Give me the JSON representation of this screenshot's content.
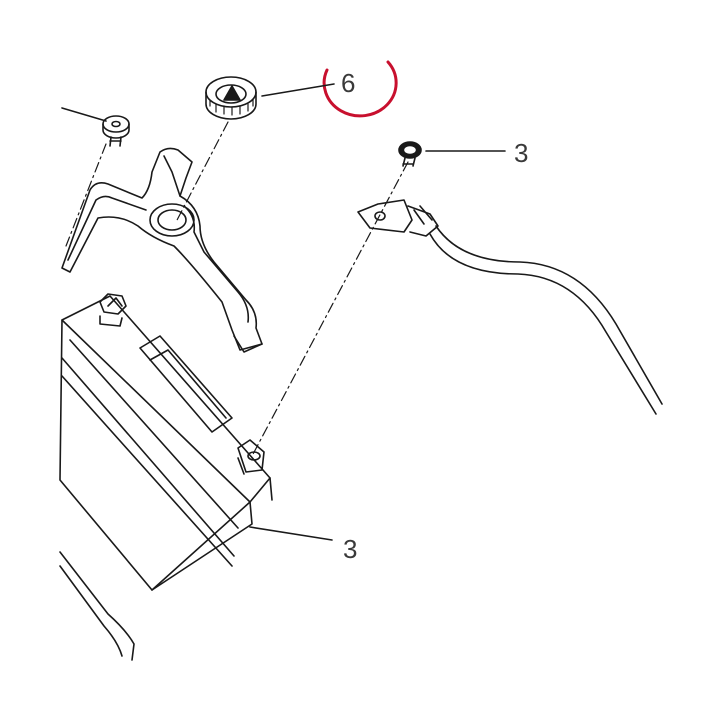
{
  "diagram": {
    "callouts": [
      {
        "id": "6",
        "label": "6",
        "highlighted": true
      },
      {
        "id": "3a",
        "label": "3"
      },
      {
        "id": "3b",
        "label": "3"
      }
    ],
    "colors": {
      "highlight": "#c8102e",
      "line": "#1a1a1a",
      "label": "#3a3a3a"
    }
  }
}
